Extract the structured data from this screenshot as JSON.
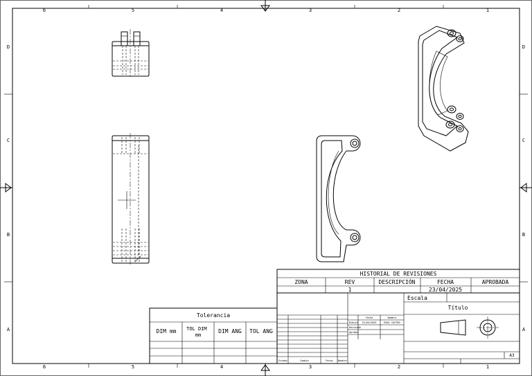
{
  "border": {
    "col_labels": [
      "6",
      "5",
      "4",
      "3",
      "2",
      "1"
    ],
    "row_labels": [
      "D",
      "C",
      "B",
      "A"
    ]
  },
  "revisions": {
    "title": "HISTORIAL DE REVISIONES",
    "headers": [
      "ZONA",
      "REV",
      "DESCRIPCIÓN",
      "FECHA",
      "APROBADA"
    ],
    "rows": [
      {
        "zona": "",
        "rev": "1",
        "descripcion": "",
        "fecha": "23/04/2025",
        "aprobada": ""
      }
    ]
  },
  "tolerance": {
    "title": "Tolerancia",
    "headers": [
      "DIM mm",
      "TOL DIM mm",
      "DIM ANG",
      "TOL ANG"
    ]
  },
  "title_block": {
    "escala_label": "Escala",
    "titulo_label": "Título",
    "sheet_size": "A3",
    "sig_headers": [
      "Fecha",
      "Nombre"
    ],
    "sig_rows": [
      {
        "role": "Dibujó",
        "date": "23/04/2025",
        "name": "RAUL CASTRO"
      },
      {
        "role": "Revisado",
        "date": "",
        "name": ""
      },
      {
        "role": "Aprobó",
        "date": "",
        "name": ""
      }
    ],
    "bottom_labels": [
      "Estado",
      "Cambio",
      "Fecha",
      "Nombre"
    ]
  },
  "colors": {
    "line": "#000000",
    "iso_light": "#d8d8d8",
    "iso_mid": "#9a9a9a",
    "iso_dark": "#555555"
  }
}
